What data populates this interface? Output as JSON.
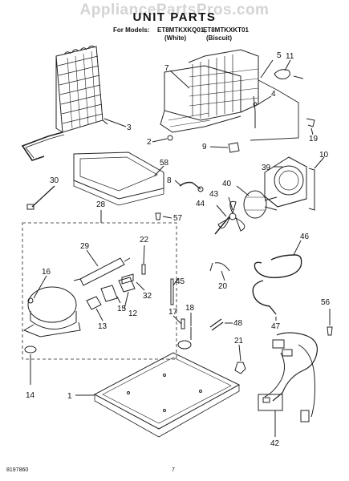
{
  "watermark": "AppliancePartsPros.com",
  "title": "UNIT PARTS",
  "models": {
    "prefix": "For Models:",
    "model_a": "ET8MTKXKQ01,",
    "model_b": "ET8MTKXKT01",
    "color_a": "(White)",
    "color_b": "(Biscuit)"
  },
  "callouts": {
    "c1": "1",
    "c2": "2",
    "c3": "3",
    "c4": "4",
    "c5": "5",
    "c7": "7",
    "c8": "8",
    "c9": "9",
    "c10": "10",
    "c11": "11",
    "c12": "12",
    "c13": "13",
    "c14": "14",
    "c15": "15",
    "c16": "16",
    "c17": "17",
    "c18": "18",
    "c19": "19",
    "c20": "20",
    "c21": "21",
    "c22": "22",
    "c28": "28",
    "c29": "29",
    "c30": "30",
    "c32": "32",
    "c39": "39",
    "c40": "40",
    "c42": "42",
    "c43": "43",
    "c44": "44",
    "c45": "45",
    "c46": "46",
    "c47": "47",
    "c48": "48",
    "c56": "56",
    "c57": "57",
    "c58": "58"
  },
  "footer": {
    "doc_number": "8197860",
    "page_number": "7"
  }
}
